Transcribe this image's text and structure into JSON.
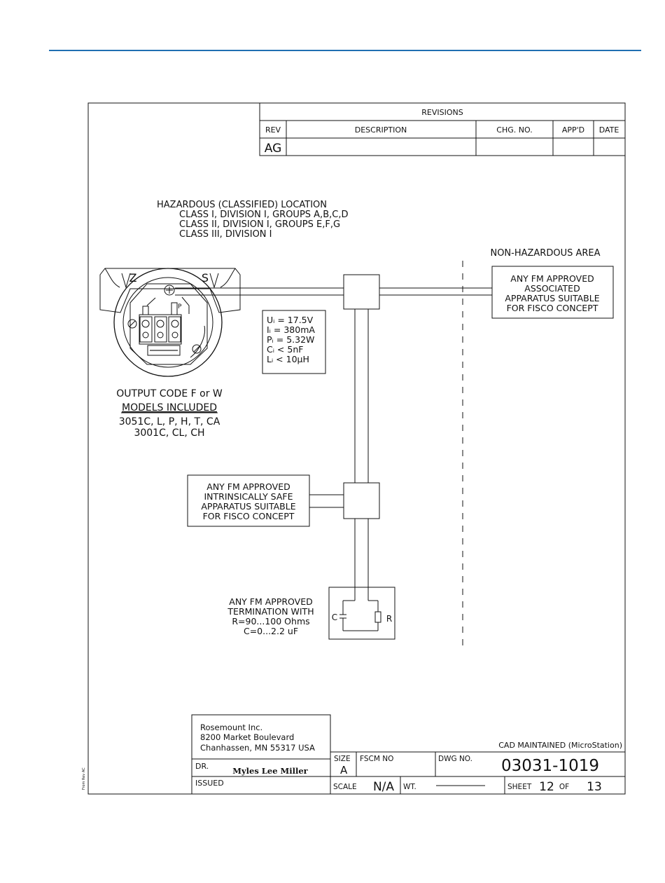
{
  "revisions": {
    "title": "REVISIONS",
    "headers": {
      "rev": "REV",
      "description": "DESCRIPTION",
      "chg_no": "CHG. NO.",
      "appd": "APP'D",
      "date": "DATE"
    },
    "row": {
      "rev": "AG",
      "description": "",
      "chg_no": "",
      "appd": "",
      "date": ""
    }
  },
  "hazardous": {
    "title": "HAZARDOUS (CLASSIFIED) LOCATION",
    "lines": [
      "CLASS I, DIVISION I, GROUPS A,B,C,D",
      "CLASS II, DIVISION I, GROUPS E,F,G",
      "CLASS III, DIVISION I"
    ]
  },
  "non_hazardous": {
    "label": "NON-HAZARDOUS AREA"
  },
  "associated_apparatus": {
    "lines": [
      "ANY FM APPROVED",
      "ASSOCIATED",
      "APPARATUS SUITABLE",
      "FOR FISCO CONCEPT"
    ]
  },
  "parameters": {
    "lines": [
      "Uᵢ = 17.5V",
      "Iᵢ = 380mA",
      "Pᵢ = 5.32W",
      "Cᵢ < 5nF",
      "Lᵢ < 10μH"
    ]
  },
  "transmitter": {
    "terminal_z": "Z",
    "terminal_s": "S",
    "terminal_p": "P"
  },
  "output_code": {
    "title": "OUTPUT CODE F or W",
    "models_heading": "MODELS INCLUDED",
    "models": [
      "3051C, L, P, H, T, CA",
      "3001C, CL, CH"
    ]
  },
  "intrinsically_safe": {
    "lines": [
      "ANY FM APPROVED",
      "INTRINSICALLY SAFE",
      "APPARATUS SUITABLE",
      "FOR FISCO CONCEPT"
    ]
  },
  "termination": {
    "lines": [
      "ANY FM APPROVED",
      "TERMINATION WITH",
      "R=90...100 Ohms",
      "C=0...2.2 uF"
    ],
    "c_label": "C",
    "r_label": "R"
  },
  "title_block": {
    "company": [
      "Rosemount Inc.",
      "8200 Market Boulevard",
      "Chanhassen, MN 55317 USA"
    ],
    "cad_note": "CAD MAINTAINED (MicroStation)",
    "dr_label": "DR.",
    "drawn_by": "Myles Lee Miller",
    "issued_label": "ISSUED",
    "size_label": "SIZE",
    "size_value": "A",
    "fscm_label": "FSCM NO",
    "dwg_label": "DWG NO.",
    "dwg_number": "03031-1019",
    "scale_label": "SCALE",
    "scale_value": "N/A",
    "wt_label": "WT.",
    "sheet_label": "SHEET",
    "sheet_value": "12",
    "of_label": "OF",
    "of_value": "13",
    "side_note": "From Rev AC"
  }
}
